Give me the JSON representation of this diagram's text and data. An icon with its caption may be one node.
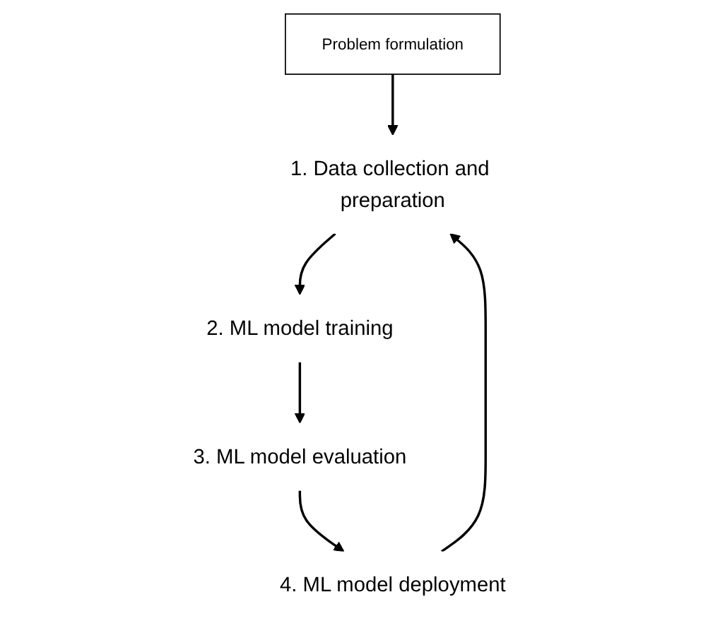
{
  "diagram": {
    "nodes": [
      {
        "text": [
          "Problem formulation"
        ]
      },
      {
        "text": [
          "1. Data collection and preparation"
        ]
      },
      {
        "text": [
          "2. ML model training"
        ]
      },
      {
        "text": [
          "3. ML model evaluation"
        ]
      },
      {
        "text": [
          "4. ML model deployment"
        ]
      }
    ],
    "edges": [
      {
        "from": 0,
        "to": 1,
        "arrow": "to"
      },
      {
        "from": 1,
        "to": 2,
        "arrow": "to"
      },
      {
        "from": 2,
        "to": 3,
        "arrow": "to"
      },
      {
        "from": 3,
        "to": 4,
        "arrow": "to"
      },
      {
        "from": 4,
        "to": 1,
        "arrow": "to"
      }
    ]
  }
}
